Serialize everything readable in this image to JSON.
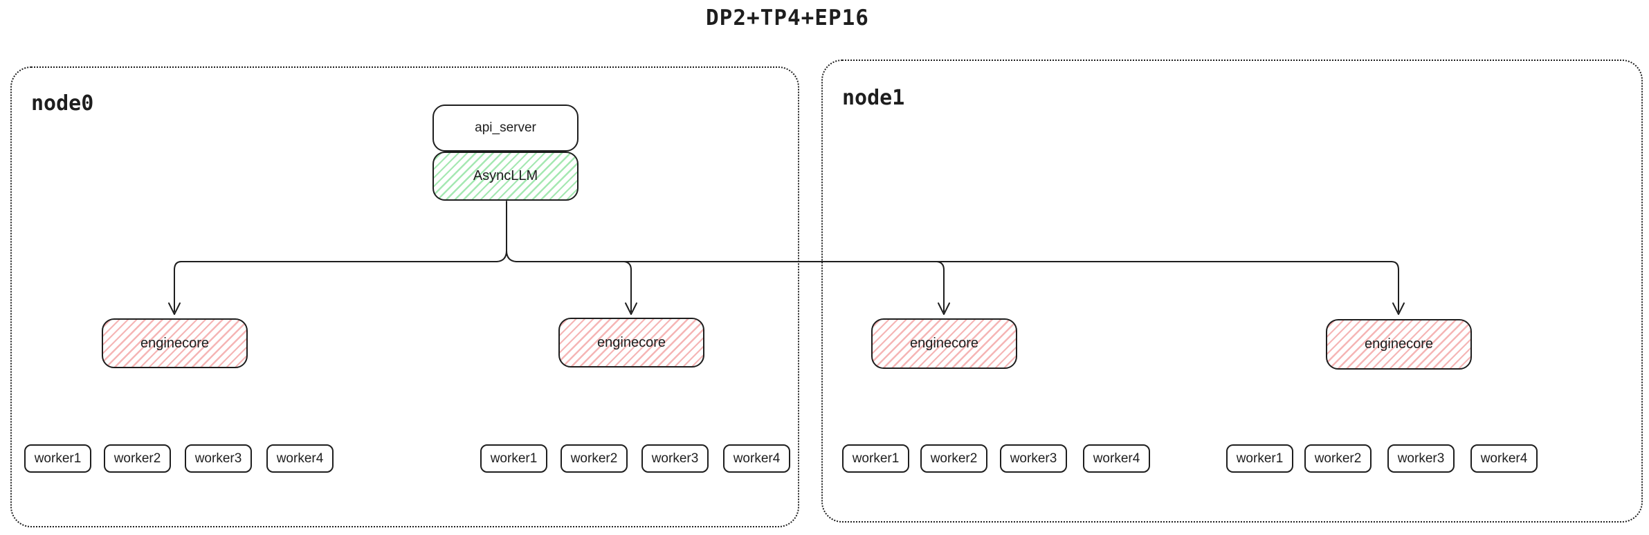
{
  "title": "DP2+TP4+EP16",
  "colors": {
    "stroke": "#1e1e1e",
    "asyncllm_hatch": "#a5e8b2",
    "enginecore_hatch": "#f5b5b5",
    "background": "#ffffff"
  },
  "node0": {
    "label": "node0"
  },
  "node1": {
    "label": "node1"
  },
  "api_server": {
    "label": "api_server"
  },
  "asyncllm": {
    "label": "AsyncLLM"
  },
  "groups": [
    {
      "enginecore": "enginecore",
      "workers": [
        "worker1",
        "worker2",
        "worker3",
        "worker4"
      ]
    },
    {
      "enginecore": "enginecore",
      "workers": [
        "worker1",
        "worker2",
        "worker3",
        "worker4"
      ]
    },
    {
      "enginecore": "enginecore",
      "workers": [
        "worker1",
        "worker2",
        "worker3",
        "worker4"
      ]
    },
    {
      "enginecore": "enginecore",
      "workers": [
        "worker1",
        "worker2",
        "worker3",
        "worker4"
      ]
    }
  ]
}
